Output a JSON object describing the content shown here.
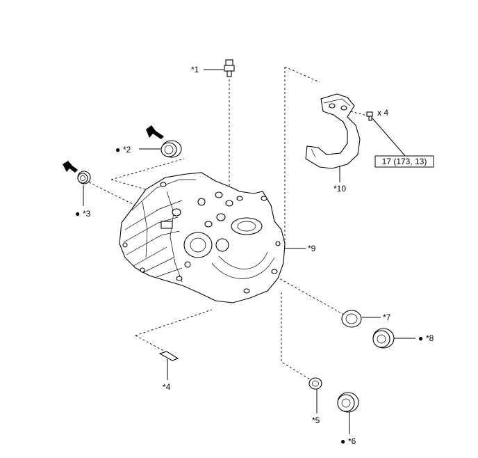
{
  "callouts": {
    "c1": "*1",
    "c2": "*2",
    "c3": "*3",
    "c4": "*4",
    "c5": "*5",
    "c6": "*6",
    "c7": "*7",
    "c8": "*8",
    "c9": "*9",
    "c10": "*10"
  },
  "bolt_qty": "x 4",
  "torque_spec": "17 (173, 13)",
  "bullet": "●"
}
